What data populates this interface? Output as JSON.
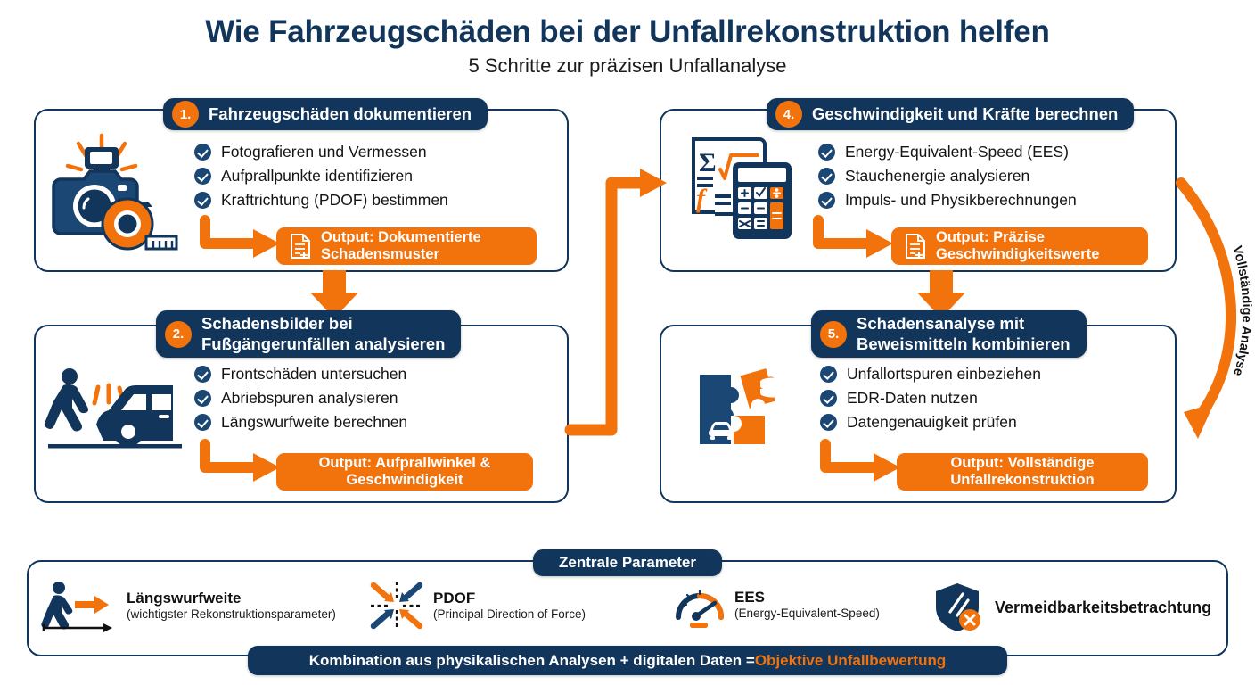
{
  "header": {
    "title": "Wie Fahrzeugschäden bei der Unfallrekonstruktion helfen",
    "subtitle": "5 Schritte zur präzisen Unfallanalyse"
  },
  "colors": {
    "navy": "#12355B",
    "navy_light": "#1B4775",
    "orange": "#F2720C",
    "white": "#FFFFFF",
    "text": "#141414"
  },
  "steps": [
    {
      "number": "1.",
      "title": "Fahrzeugschäden dokumentieren",
      "icon": "camera-tape-measure-icon",
      "bullets": [
        "Fotografieren und Vermessen",
        "Aufprallpunkte identifizieren",
        "Kraftrichtung (PDOF) bestimmen"
      ],
      "output_label": "Output: Dokumentierte Schadensmuster",
      "output_line1": "Output: Dokumentierte",
      "output_line2": "Schadensmuster",
      "output_icon": "document-plus-icon"
    },
    {
      "number": "2.",
      "title": "Schadensbilder bei Fußgängerunfällen analysieren",
      "title_line1": "Schadensbilder bei",
      "title_line2": "Fußgängerunfällen analysieren",
      "icon": "pedestrian-car-collision-icon",
      "bullets": [
        "Frontschäden untersuchen",
        "Abriebspuren analysieren",
        "Längswurfweite berechnen"
      ],
      "output_label": "Output: Aufprallwinkel & Geschwindigkeit",
      "output_line1": "Output: Aufprallwinkel &",
      "output_line2": "Geschwindigkeit",
      "output_icon": "none"
    },
    {
      "number": "4.",
      "title": "Geschwindigkeit und Kräfte berechnen",
      "icon": "calculator-formula-icon",
      "bullets": [
        "Energy-Equivalent-Speed (EES)",
        "Stauchenergie analysieren",
        "Impuls- und Physikberechnungen"
      ],
      "output_label": "Output: Präzise Geschwindigkeitswerte",
      "output_line1": "Output: Präzise",
      "output_line2": "Geschwindigkeitswerte",
      "output_icon": "document-plus-icon"
    },
    {
      "number": "5.",
      "title": "Schadensanalyse mit Beweismitteln kombinieren",
      "title_line1": "Schadensanalyse mit",
      "title_line2": "Beweismitteln kombinieren",
      "icon": "puzzle-car-database-icon",
      "bullets": [
        "Unfallortspuren einbeziehen",
        "EDR-Daten nutzen",
        "Datengenauigkeit prüfen"
      ],
      "output_label": "Output: Vollständige Unfallrekonstruktion",
      "output_line1": "Output: Vollständige",
      "output_line2": "Unfallrekonstruktion",
      "output_icon": "none"
    }
  ],
  "flow": {
    "loop_label": "Vollständige Analyse"
  },
  "parameters_panel": {
    "heading": "Zentrale Parameter",
    "items": [
      {
        "name": "Längswurfweite",
        "sub": "(wichtigster Rekonstruktionsparameter)",
        "icon": "pedestrian-throw-distance-icon"
      },
      {
        "name": "PDOF",
        "sub": "(Principal Direction of Force)",
        "icon": "converging-arrows-icon"
      },
      {
        "name": "EES",
        "sub": "(Energy-Equivalent-Speed)",
        "icon": "speed-gauge-icon"
      },
      {
        "name": "Vermeidbarkeitsbetrachtung",
        "sub": "",
        "icon": "shield-x-icon"
      }
    ]
  },
  "footer": {
    "text_plain": "Kombination aus physikalischen Analysen + digitalen Daten = ",
    "text_accent": "Objektive Unfallbewertung"
  }
}
